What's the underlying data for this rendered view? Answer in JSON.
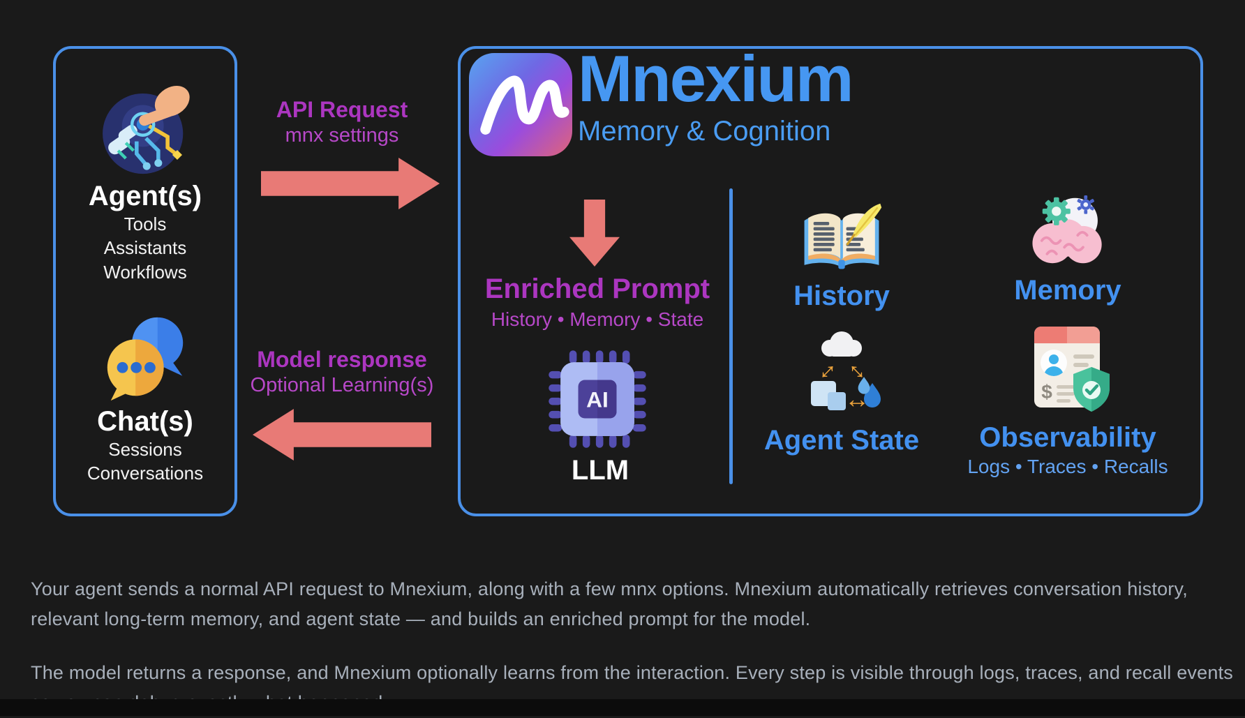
{
  "left_panel": {
    "agents": {
      "title": "Agent(s)",
      "lines": [
        "Tools",
        "Assistants",
        "Workflows"
      ]
    },
    "chats": {
      "title": "Chat(s)",
      "lines": [
        "Sessions",
        "Conversations"
      ]
    }
  },
  "flow": {
    "request": {
      "title": "API Request",
      "subtitle": "mnx settings"
    },
    "response": {
      "title": "Model response",
      "subtitle": "Optional Learning(s)"
    }
  },
  "mnexium_panel": {
    "brand": {
      "name": "Mnexium",
      "tagline": "Memory & Cognition"
    },
    "enriched_prompt": {
      "title": "Enriched Prompt",
      "subtitle": "History • Memory • State"
    },
    "chip_label": "AI",
    "llm_label": "LLM",
    "features": [
      {
        "label": "History"
      },
      {
        "label": "Memory"
      },
      {
        "label": "Agent State"
      },
      {
        "label": "Observability",
        "subtitle": "Logs • Traces • Recalls"
      }
    ]
  },
  "description": {
    "paragraph1": "Your agent sends a normal API request to Mnexium, along with a few mnx options. Mnexium automatically retrieves conversation history, relevant long-term memory, and agent state — and builds an enriched prompt for the model.",
    "paragraph2": "The model returns a response, and Mnexium optionally learns from the interaction. Every step is visible through logs, traces, and recall events so you can debug exactly what happened."
  },
  "icons": {
    "agents": "robot-hand-icon",
    "chats": "speech-bubbles-icon",
    "logo": "mnexium-m-logo",
    "llm": "ai-chip-icon",
    "history": "open-book-quill-icon",
    "memory": "brain-gears-icon",
    "agent_state": "cloud-cubes-drops-sync-icon",
    "observability": "report-shield-check-icon",
    "dollar_glyph": "$"
  },
  "colors": {
    "background": "#1a1a1a",
    "border_blue": "#4a90e8",
    "heading_blue": "#4697f2",
    "magenta": "#ac36c0",
    "arrow_salmon": "#e87a76",
    "body_text": "#a8b0bb"
  }
}
